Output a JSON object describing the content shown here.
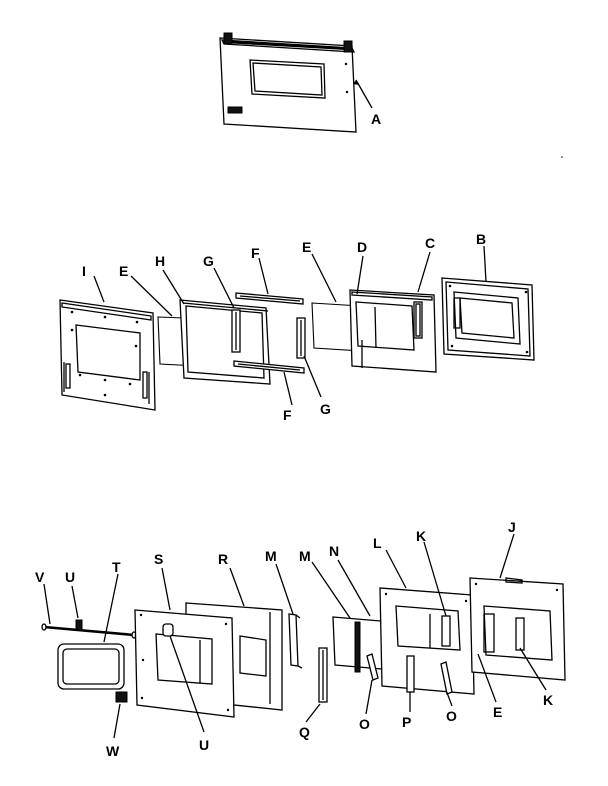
{
  "labels": {
    "A": "A",
    "B": "B",
    "C": "C",
    "D": "D",
    "E": "E",
    "F": "F",
    "G": "G",
    "H": "H",
    "I": "I",
    "J": "J",
    "K": "K",
    "L": "L",
    "M": "M",
    "N": "N",
    "O": "O",
    "P": "P",
    "Q": "Q",
    "R": "R",
    "S": "S",
    "T": "T",
    "U": "U",
    "V": "V",
    "W": "W"
  },
  "colors": {
    "line": "#000000",
    "background": "#ffffff"
  }
}
